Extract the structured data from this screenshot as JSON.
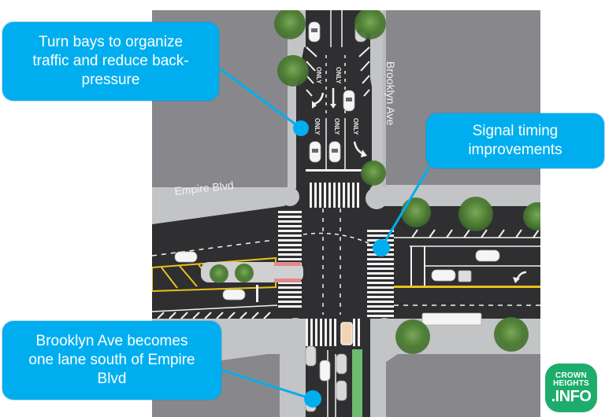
{
  "diagram": {
    "title": "Empire Blvd and Brooklyn Ave intersection redesign",
    "street_labels": {
      "east_west": "Empire Blvd",
      "north_south": "Brooklyn Ave"
    },
    "callouts": [
      {
        "id": "turn-bays",
        "lines": [
          "Turn bays to organize",
          "traffic and reduce back-",
          "pressure"
        ]
      },
      {
        "id": "signal-timing",
        "lines": [
          "Signal timing",
          "improvements"
        ]
      },
      {
        "id": "one-lane",
        "lines": [
          "Brooklyn Ave becomes",
          "one lane south of Empire",
          "Blvd"
        ]
      }
    ],
    "road_markings": {
      "lane_label": "ONLY"
    },
    "colors": {
      "callout": "#00aeef",
      "asphalt": "#2f2f31",
      "block": "#88888c",
      "sidewalk": "#c3c4c6",
      "median_yellow": "#e8c21a",
      "bike_lane_green": "#6dbb6e",
      "tree": "#5a8a3c",
      "logo_green": "#1eac6c"
    }
  },
  "logo": {
    "line1": "CROWN",
    "line2": "HEIGHTS",
    "line3": ".INFO"
  }
}
